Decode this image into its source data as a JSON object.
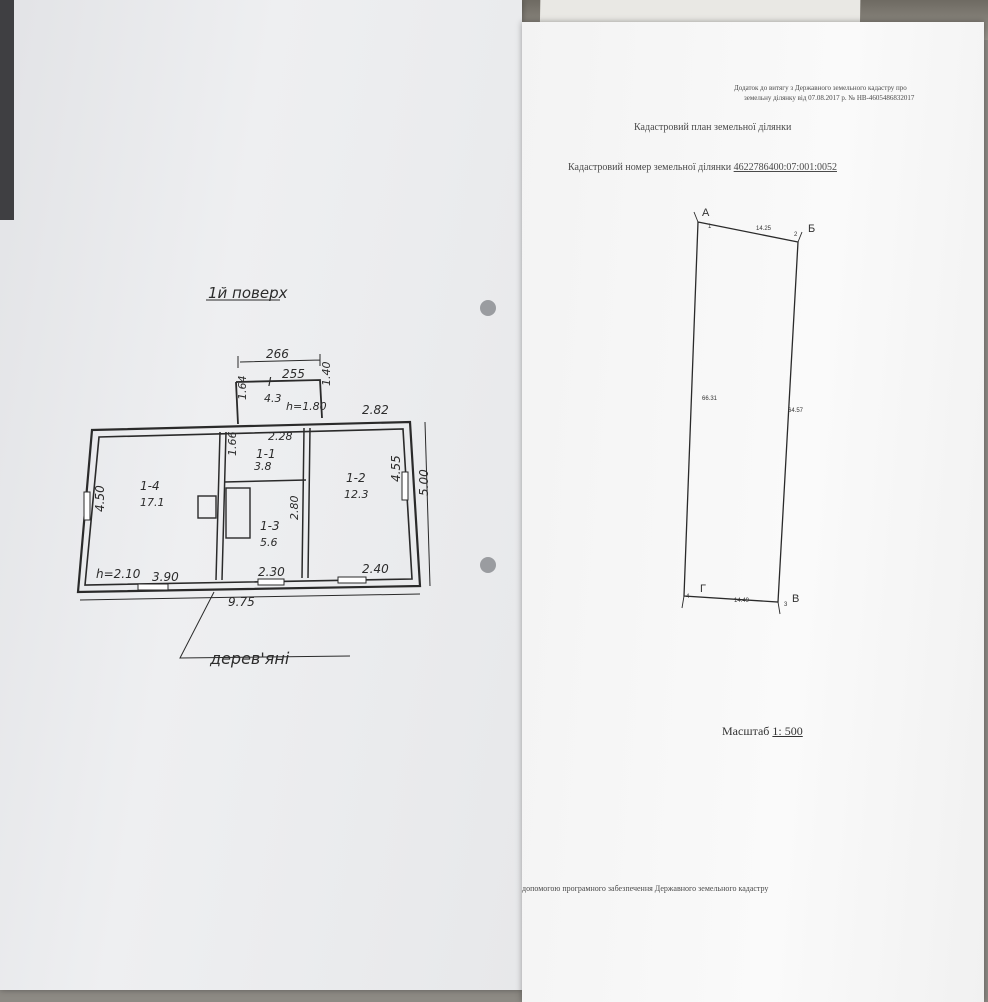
{
  "left_page": {
    "floor_label": "1й поверх",
    "material_label": "дерев'яні",
    "dims": {
      "top_outer": "266",
      "top_inner": "255",
      "porch_side": "1.40",
      "porch_left": "1.64",
      "porch_height_label": "h=1.80",
      "top_right": "2.82",
      "center_top": "2.28",
      "left_side": "4.50",
      "right_inner": "4.55",
      "right_outer": "5.00",
      "room11_side": "1.66",
      "room13_side": "2.80",
      "height_label": "h=2.10",
      "bottom_1": "3.90",
      "bottom_2": "2.30",
      "bottom_3": "2.40",
      "total": "9.75"
    },
    "rooms": [
      {
        "id": "I",
        "area": "4.3"
      },
      {
        "id": "1-1",
        "area": "3.8"
      },
      {
        "id": "1-2",
        "area": "12.3"
      },
      {
        "id": "1-3",
        "area": "5.6"
      },
      {
        "id": "1-4",
        "area": "17.1"
      }
    ]
  },
  "right_page": {
    "note_line1": "Додаток до витягу з Державного земельного кадастру про",
    "note_line2": "земельну ділянку від 07.08.2017 р. № НВ-4605486832017",
    "title": "Кадастровий план земельної ділянки",
    "cadastral_prefix": "Кадастровий номер земельної ділянки",
    "cadastral_number": "4622786400:07:001:0052",
    "vertices": [
      {
        "letter": "А",
        "num": "1"
      },
      {
        "letter": "Б",
        "num": "2"
      },
      {
        "letter": "В",
        "num": "3"
      },
      {
        "letter": "Г",
        "num": "4"
      }
    ],
    "sides": {
      "top": "14.25",
      "left": "66.31",
      "right": "64.57",
      "bottom": "14.49"
    },
    "scale_label": "Масштаб",
    "scale_value": "1: 500",
    "footer": "допомогою програмного забезпечення Державного земельного кадастру"
  }
}
